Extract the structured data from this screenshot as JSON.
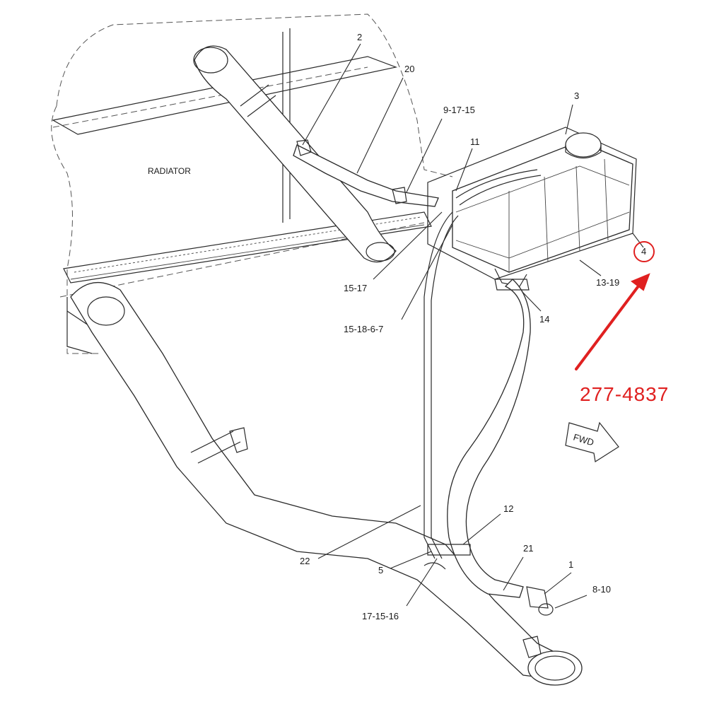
{
  "diagram": {
    "radiator_label": "RADIATOR",
    "direction_label": "FWD",
    "part_number": "277-4837",
    "highlight_color": "#e02020",
    "callouts": {
      "c2": "2",
      "c20": "20",
      "c9_17_15": "9-17-15",
      "c3": "3",
      "c11": "11",
      "c4": "4",
      "c13_19": "13-19",
      "c15_17": "15-17",
      "c15_18_6_7": "15-18-6-7",
      "c14": "14",
      "c12": "12",
      "c21": "21",
      "c1": "1",
      "c8_10": "8-10",
      "c22": "22",
      "c5": "5",
      "c17_15_16": "17-15-16"
    }
  }
}
